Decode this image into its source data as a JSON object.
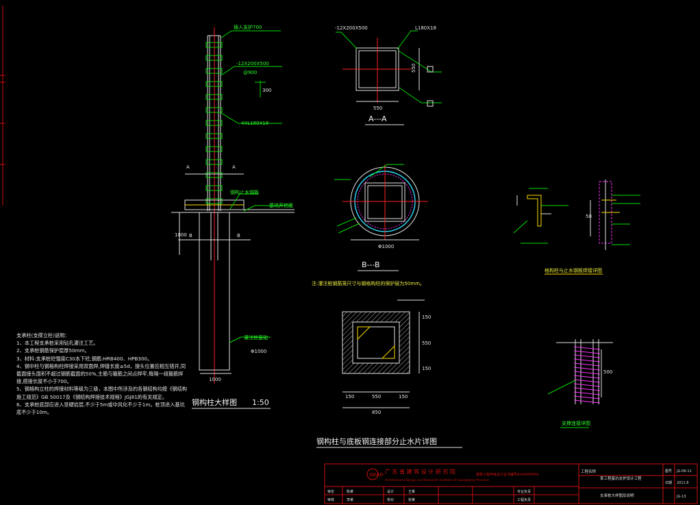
{
  "labels": {
    "insert_depth": "插入支护700",
    "plate_spec": "-12X200X500",
    "plate_spacing": "@900",
    "dim_300": "300",
    "angle_spec": "4XL180X18",
    "sec_a": "A",
    "sec_b": "B",
    "stop_plate": "钢构止水钢板",
    "ground_line": "基坑开挖面",
    "dim_1800": "1800",
    "pile_note": "灌注桩基础",
    "pile_dia": "Φ1000",
    "dim_1000": "1000",
    "section_aa": "A---A",
    "aa_plate": "-12X200X500",
    "aa_angle": "L180X18",
    "aa_550": "550",
    "aa_side": "550",
    "section_bb": "B---B",
    "bb_dia": "Φ1000",
    "bb_note": "注:灌注桩钢筋笼尺寸与钢格构柱的保护层为50mm。",
    "waterstop_dims": {
      "d150a": "150",
      "d550": "550",
      "d150b": "150",
      "d850": "850",
      "v150": "150",
      "v550": "550",
      "v150b": "150"
    },
    "dim_50": "50",
    "dim_500": "500",
    "weld_title": "格构柱与止水钢板焊接详图",
    "ref_title": "支撑连接详图"
  },
  "drawing_titles": {
    "column_detail": "钢构柱大样图",
    "column_scale": "1:50",
    "waterstop_detail": "钢构柱与底板钢连接部分止水片详图"
  },
  "notes": {
    "heading": "支承柱(支撑立柱)说明：",
    "items": [
      "1、本工程支承桩采用钻孔灌注工艺。",
      "2、支承桩钢筋保护层厚50mm。",
      "3、材料:支承桩砼强度C30水下砼,钢筋:HRB400、HPB300。",
      "4、钢中柱与钢格构柱焊接采用双面焊,焊缝长度≥5d，接头位置应相互错开,同截面接头面积不超过钢筋截面的50%,主筋与箍筋之间点焊牢,每隔一组箍筋焊接,搭接长度不小于700。",
      "5、钢格构立柱的焊接材料等级为三级，本图中所涉及的各钢结构均按《钢结构施工规范》GB 50017及《钢结构焊接技术规程》JGJ81的有关规定。",
      "6、支承桩底部应进入坚硬岩层,不少于5m或中风化不少于1m。桩顶进入基坑底不少于10m。"
    ]
  },
  "title_block": {
    "org_name": "广 东 省 建 筑 设 计 研 究 院",
    "org_english": "Architectural Design and Research Institute of Guangdong Province",
    "cert_text": "建筑工程甲级设计证书编号A144000001",
    "project_label": "工程名称",
    "drawing_no_label": "图号",
    "date_label": "日期",
    "code_value": "JG-06-11",
    "date_value": "2011.6",
    "sheet_value": "JG-13",
    "project_value": "某工程基坑支护设计工程",
    "drawing_value": "支承桩大样图及说明",
    "row_labels": [
      "审定",
      "审核",
      "设计",
      "校对",
      "专业负责",
      "工程负责"
    ],
    "row_names": [
      "陈某",
      "李某",
      "王某",
      "张某"
    ]
  }
}
